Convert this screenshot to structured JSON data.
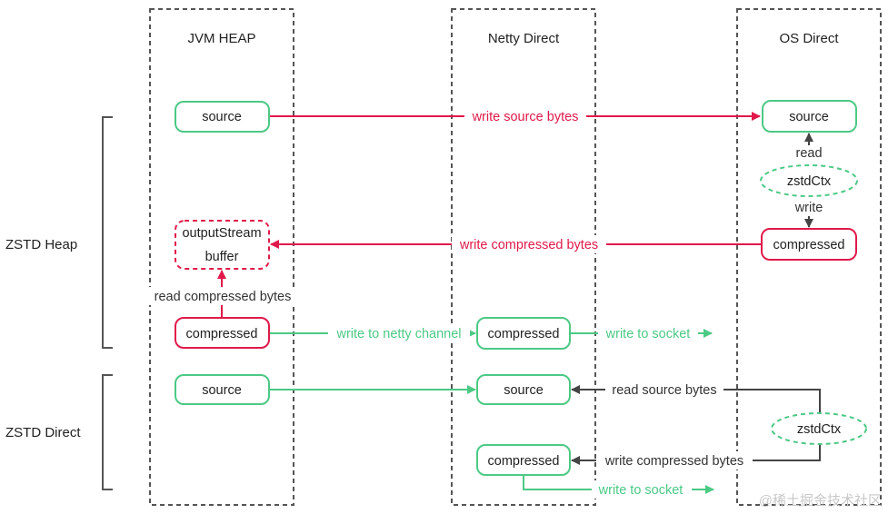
{
  "columns": {
    "jvm": "JVM HEAP",
    "netty": "Netty Direct",
    "os": "OS Direct"
  },
  "groups": {
    "heap": "ZSTD Heap",
    "direct": "ZSTD Direct"
  },
  "nodes": {
    "jvm_source_top": "source",
    "os_source": "source",
    "os_zstdctx_top": "zstdCtx",
    "os_compressed": "compressed",
    "jvm_outputstream_line1": "outputStream",
    "jvm_outputstream_line2": "buffer",
    "jvm_compressed": "compressed",
    "netty_compressed_top": "compressed",
    "jvm_source_bottom": "source",
    "netty_source": "source",
    "os_zstdctx_bottom": "zstdCtx",
    "netty_compressed_bottom": "compressed"
  },
  "labels": {
    "write_source_bytes": "write source bytes",
    "read": "read",
    "write": "write",
    "write_compressed_bytes_top": "write compressed bytes",
    "read_compressed_bytes": "read compressed bytes",
    "write_to_netty_channel": "write to netty channel",
    "write_to_socket_top": "write to socket",
    "read_source_bytes": "read source bytes",
    "write_compressed_bytes_bottom": "write compressed bytes",
    "write_to_socket_bottom": "write to socket"
  },
  "watermark": "@稀土掘金技术社区",
  "colors": {
    "red": "#e0194a",
    "green": "#4cc985",
    "dark": "#444444",
    "column_border": "#555555"
  }
}
